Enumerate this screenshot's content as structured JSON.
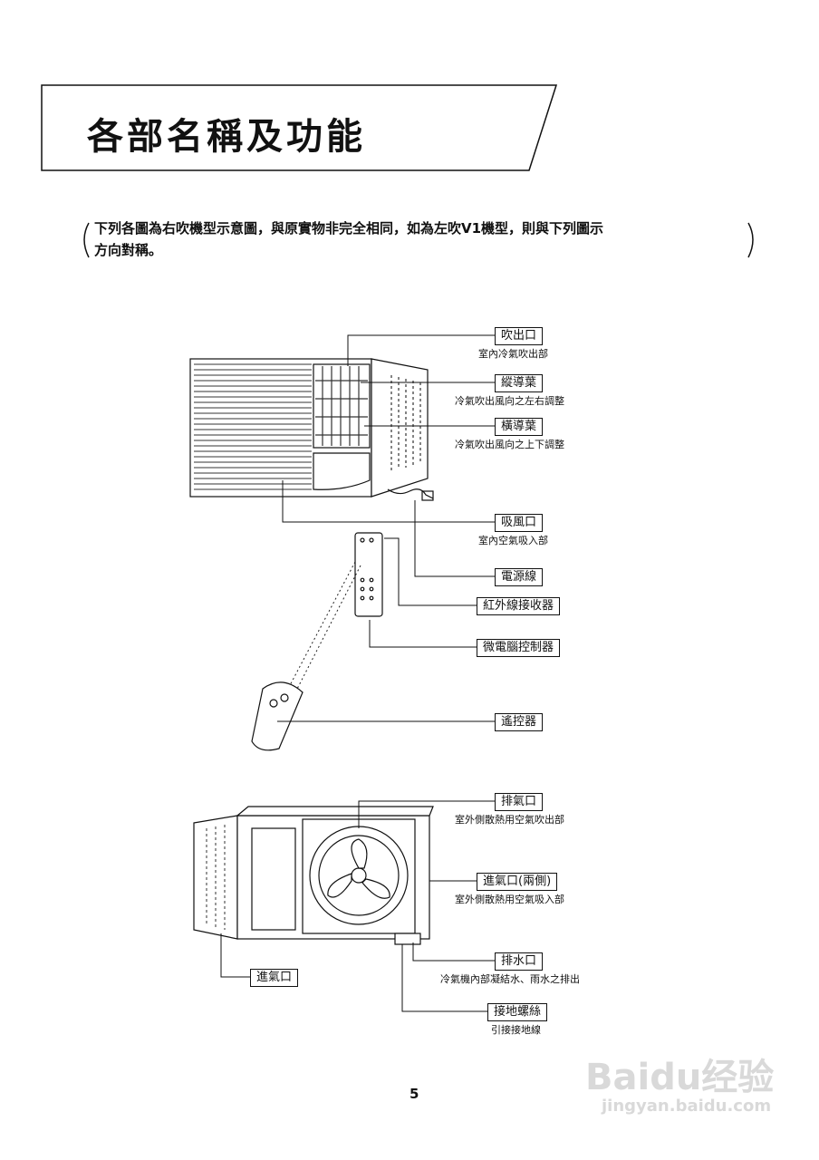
{
  "header": {
    "title": "各部名稱及功能"
  },
  "intro": {
    "line1": "下列各圖為右吹機型示意圖，與原實物非完全相同，如為左吹V1機型，則與下列圖示",
    "line2": "方向對稱。"
  },
  "indoor_labels": [
    {
      "name": "吹出口",
      "desc": "室內冷氣吹出部"
    },
    {
      "name": "縱導葉",
      "desc": "冷氣吹出風向之左右調整"
    },
    {
      "name": "橫導葉",
      "desc": "冷氣吹出風向之上下調整"
    },
    {
      "name": "吸風口",
      "desc": "室內空氣吸入部"
    },
    {
      "name": "電源線",
      "desc": ""
    },
    {
      "name": "紅外線接收器",
      "desc": ""
    },
    {
      "name": "微電腦控制器",
      "desc": ""
    },
    {
      "name": "遙控器",
      "desc": ""
    }
  ],
  "outdoor_labels": [
    {
      "name": "排氣口",
      "desc": "室外側散熱用空氣吹出部"
    },
    {
      "name": "進氣口(兩側)",
      "desc": "室外側散熱用空氣吸入部"
    },
    {
      "name": "排水口",
      "desc": "冷氣機內部凝結水、雨水之排出"
    },
    {
      "name": "接地螺絲",
      "desc": "引接接地線"
    },
    {
      "name": "進氣口",
      "desc": ""
    }
  ],
  "page_number": "5",
  "watermark": {
    "brand": "Baidu经验",
    "url": "jingyan.baidu.com"
  }
}
